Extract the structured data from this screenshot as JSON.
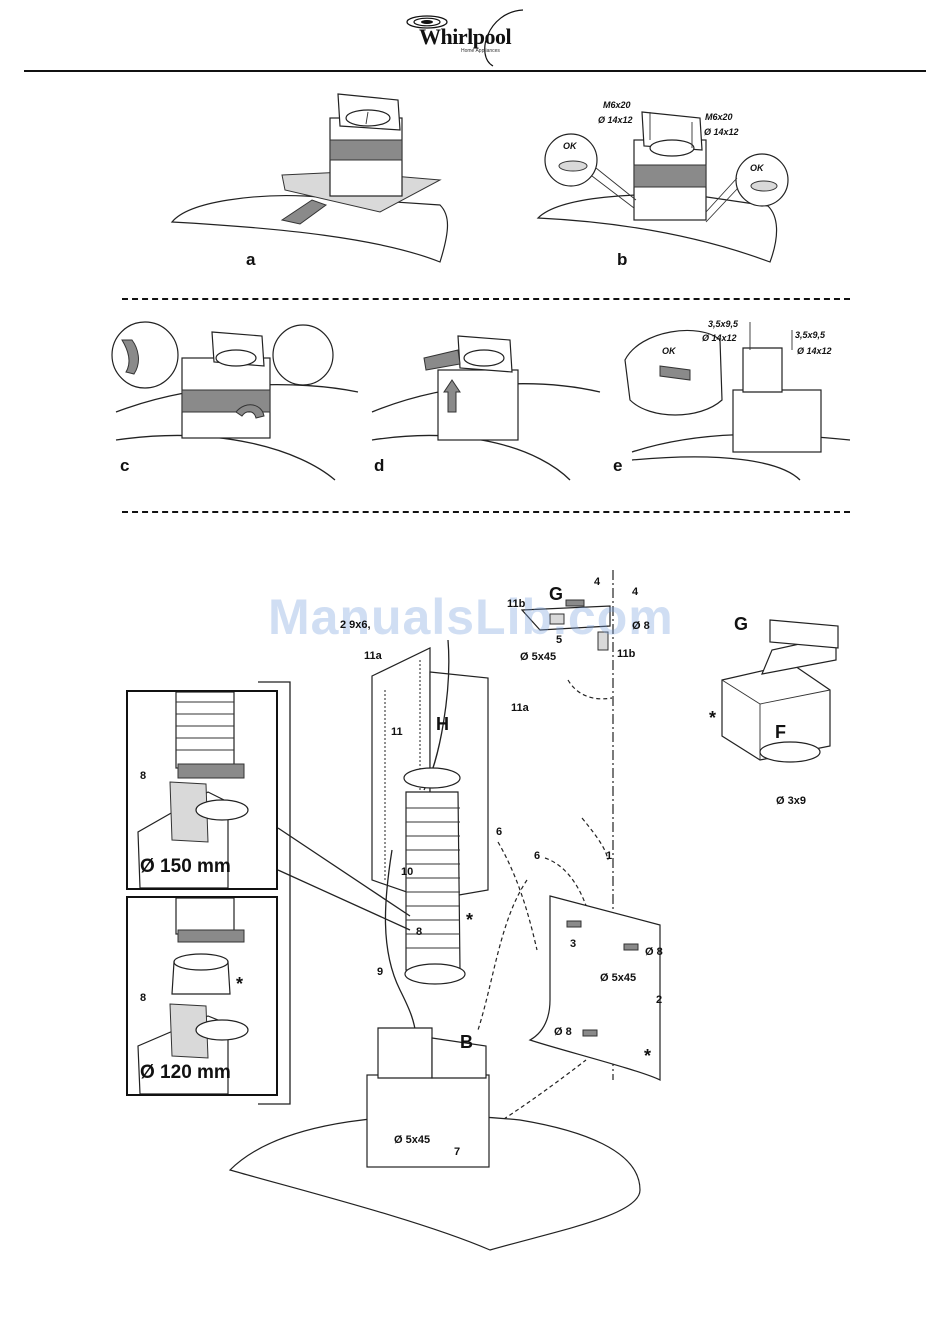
{
  "header": {
    "brand": "Whirlpool",
    "brand_sub": "Home Appliances"
  },
  "steps": {
    "a": "a",
    "b": "b",
    "c": "c",
    "d": "d",
    "e": "e"
  },
  "panel_b": {
    "screw_left": "M6x20",
    "washer_left": "Ø 14x12",
    "screw_right": "M6x20",
    "washer_right": "Ø 14x12",
    "ok_left": "OK",
    "ok_right": "OK"
  },
  "panel_e": {
    "screw_left": "3,5x9,5",
    "washer_left": "Ø 14x12",
    "screw_right": "3,5x9,5",
    "washer_right": "Ø 14x12",
    "ok": "OK"
  },
  "main": {
    "G": "G",
    "H": "H",
    "B": "B",
    "F": "F",
    "n4a": "4",
    "n4b": "4",
    "n5": "5",
    "n11b_top": "11b",
    "n11b_right": "11b",
    "n11a_top": "11a",
    "n11a_mid": "11a",
    "n2_9x6": "2 9x6,",
    "d5x45_top": "Ø 5x45",
    "d8_top": "Ø 8",
    "n11": "11",
    "n10": "10",
    "n8": "8",
    "n9": "9",
    "n6a": "6",
    "n6b": "6",
    "n1": "1",
    "n3": "3",
    "d8_mid": "Ø 8",
    "d5x45_mid": "Ø 5x45",
    "n2": "2",
    "d8_low": "Ø 8",
    "d5x45_low": "Ø 5x45",
    "n7": "7",
    "star_mid": "*",
    "star_wall": "*",
    "star_F": "*",
    "d3x9": "Ø 3x9"
  },
  "insets": {
    "top": {
      "num": "8",
      "diameter": "Ø 150 mm"
    },
    "bottom": {
      "num": "8",
      "diameter": "Ø 120 mm",
      "star": "*"
    }
  },
  "watermark": "ManualsLib.com"
}
